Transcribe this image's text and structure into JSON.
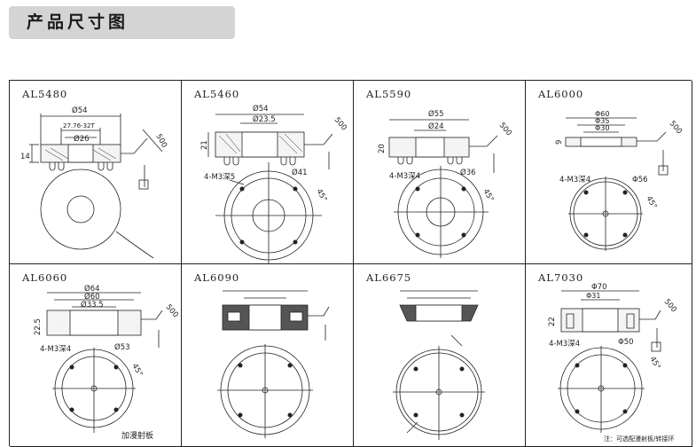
{
  "header": {
    "title": "产品尺寸图"
  },
  "cells": [
    {
      "model": "AL5480",
      "dims": [
        "Ø54",
        "27.76-32T",
        "Ø26",
        "14",
        "500"
      ],
      "holes_label": "",
      "bottom_dim": ""
    },
    {
      "model": "AL5460",
      "dims": [
        "Ø54",
        "Ø23.5",
        "21",
        "500"
      ],
      "holes_label": "4-M3深5",
      "bottom_dim": "Ø41"
    },
    {
      "model": "AL5590",
      "dims": [
        "Ø55",
        "Ø24",
        "20",
        "500"
      ],
      "holes_label": "4-M3深4",
      "bottom_dim": "Ø36"
    },
    {
      "model": "AL6000",
      "dims": [
        "Φ60",
        "Φ35",
        "Φ30",
        "9",
        "500"
      ],
      "holes_label": "4-M3深4",
      "bottom_dim": "Φ56"
    },
    {
      "model": "AL6060",
      "dims": [
        "Ø64",
        "Ø60",
        "Ø33.5",
        "22.5",
        "500"
      ],
      "holes_label": "4-M3深4",
      "bottom_dim": "Ø53"
    },
    {
      "model": "AL6090",
      "dims": [],
      "holes_label": "",
      "bottom_dim": ""
    },
    {
      "model": "AL6675",
      "dims": [],
      "holes_label": "",
      "bottom_dim": ""
    },
    {
      "model": "AL7030",
      "dims": [
        "Φ70",
        "Φ31",
        "22",
        "500"
      ],
      "holes_label": "4-M3深4",
      "bottom_dim": "Φ50"
    }
  ],
  "angle_label": "45°",
  "notes": {
    "al6060": "加漫射板",
    "al7030": "注：可选配漫射板/转接环"
  }
}
